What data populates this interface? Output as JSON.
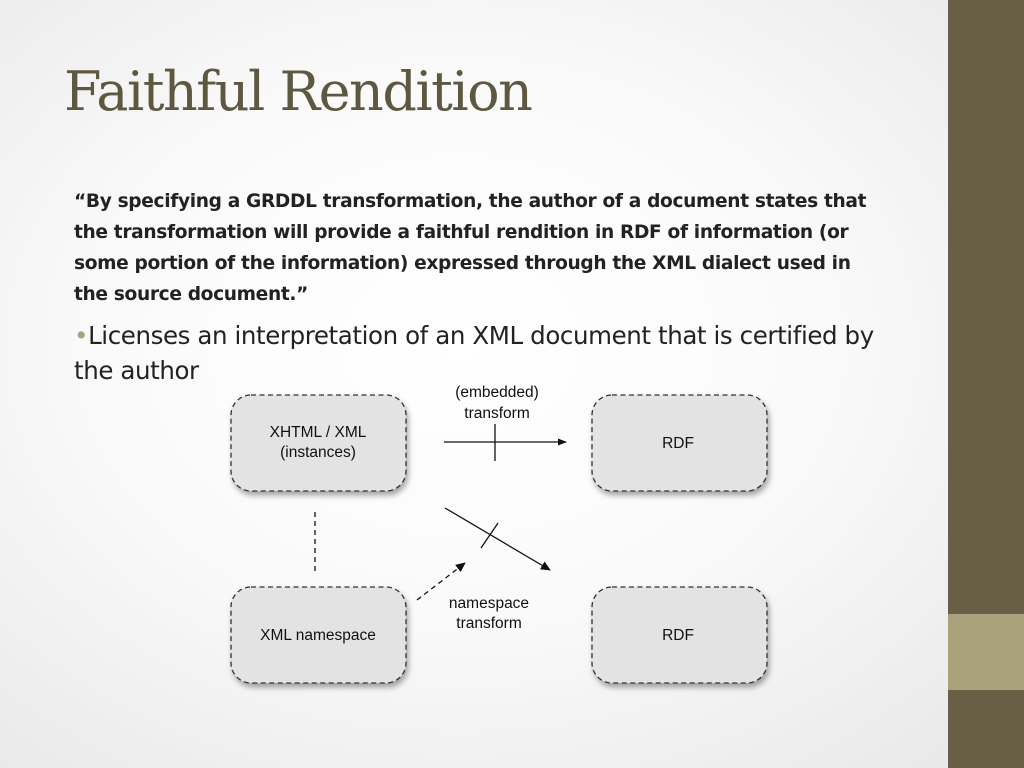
{
  "slide": {
    "title": "Faithful Rendition",
    "quote_lines": [
      "“By specifying a GRDDL transformation, the author of a document states that",
      "the transformation will provide a faithful rendition in RDF of information (or",
      "some portion of the information) expressed through the XML dialect used in",
      "the source document.”"
    ],
    "bullet": {
      "marker": "•",
      "text": "Licenses an interpretation of an XML document that is certified by the author"
    }
  },
  "diagram": {
    "node_xhtml_line1": "XHTML / XML",
    "node_xhtml_line2": "(instances)",
    "node_rdf_top": "RDF",
    "node_xml_namespace": "XML namespace",
    "node_rdf_bottom": "RDF",
    "label_embedded_line1": "(embedded)",
    "label_embedded_line2": "transform",
    "label_namespace_line1": "namespace",
    "label_namespace_line2": "transform"
  },
  "colors": {
    "sidebar": "#685f47",
    "sidebar_accent": "#a9a37b",
    "title": "#5e5841",
    "node_fill": "#e3e3e3"
  }
}
